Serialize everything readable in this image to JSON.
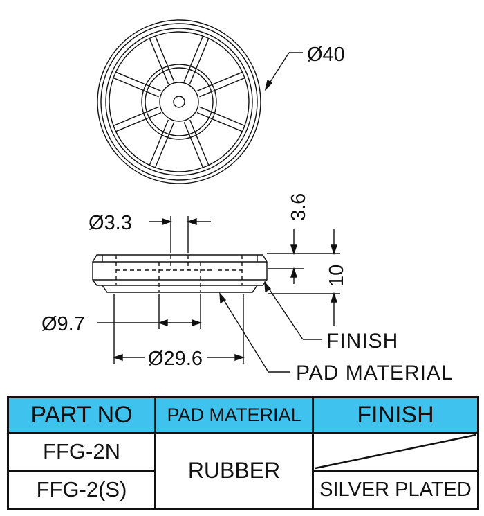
{
  "drawing": {
    "dims": {
      "outer_diameter": "Ø40",
      "hole_diameter": "Ø3.3",
      "finish_height": "3.6",
      "total_height": "10",
      "base_diameter": "Ø9.7",
      "pad_diameter": "Ø29.6"
    },
    "notes": {
      "finish": "FINISH",
      "pad_material": "PAD MATERIAL"
    }
  },
  "table": {
    "headers": [
      "PART NO",
      "PAD MATERIAL",
      "FINISH"
    ],
    "parts": [
      "FFG-2N",
      "FFG-2(S)"
    ],
    "pad_material": "RUBBER",
    "finish_value": "SILVER PLATED"
  },
  "colors": {
    "header_bg": "#3fc3ee",
    "line": "#111111"
  }
}
